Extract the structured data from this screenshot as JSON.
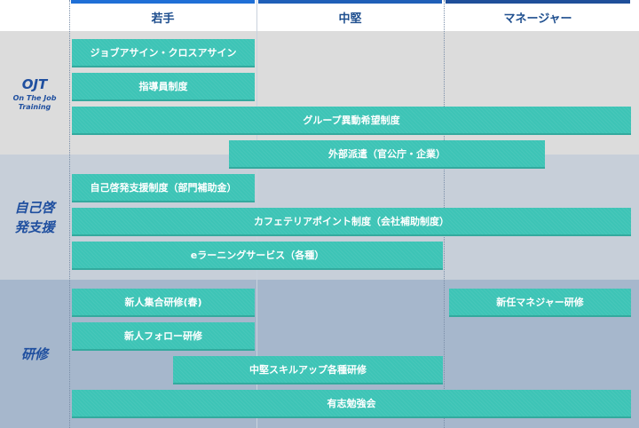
{
  "header": {
    "columns": [
      {
        "label": "若手",
        "color": "#1f6fd6"
      },
      {
        "label": "中堅",
        "color": "#1f5fb8"
      },
      {
        "label": "マネージャー",
        "color": "#1f4f9a"
      }
    ]
  },
  "rows": {
    "ojt": {
      "title": "OJT",
      "subtitle_line1": "On The Job",
      "subtitle_line2": "Training"
    },
    "self_dev": {
      "title_line1": "自己啓",
      "title_line2": "発支援"
    },
    "training": {
      "title": "研修"
    }
  },
  "programs": {
    "job_assign": "ジョブアサイン・クロスアサイン",
    "mentor": "指導員制度",
    "group_transfer": "グループ異動希望制度",
    "dispatch": "外部派遣（官公庁・企業）",
    "self_support": "自己啓発支援制度（部門補助金）",
    "cafeteria": "カフェテリアポイント制度（会社補助制度）",
    "elearning": "eラーニングサービス（各種）",
    "new_hire": "新人集合研修(春)",
    "new_manager": "新任マネジャー研修",
    "new_followup": "新人フォロー研修",
    "mid_skill": "中堅スキルアップ各種研修",
    "study_group": "有志勉強会"
  },
  "colors": {
    "bar": "#3dc4b6",
    "band_ojt": "#dcdcdc",
    "band_self": "#c7cfd9",
    "band_training": "#a6b7cc",
    "label_text": "#1f4f9f"
  }
}
